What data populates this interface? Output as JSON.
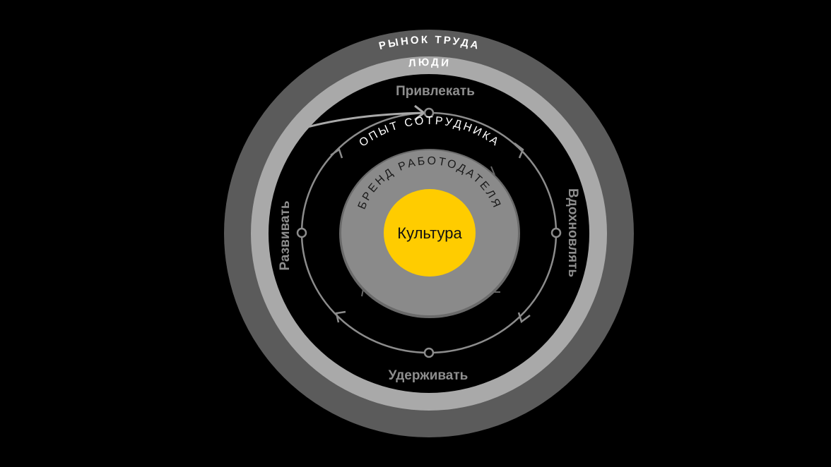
{
  "diagram": {
    "outer_ring_label": "РЫНОК ТРУДА",
    "people_ring_label": "ЛЮДИ",
    "orbit_label": "ОПЫТ СОТРУДНИКА",
    "brand_label": "БРЕНД РАБОТОДАТЕЛЯ",
    "core_label": "Культура",
    "stages": {
      "top": "Привлекать",
      "right": "Вдохновлять",
      "bottom": "Удерживать",
      "left": "Развивать"
    }
  },
  "colors": {
    "background": "#000000",
    "outer_ring": "#5b5b5b",
    "people_ring": "#a9a9a9",
    "brand_disc": "#8a8a8a",
    "core": "#ffcc00",
    "orbit": "#8c8c8c"
  }
}
